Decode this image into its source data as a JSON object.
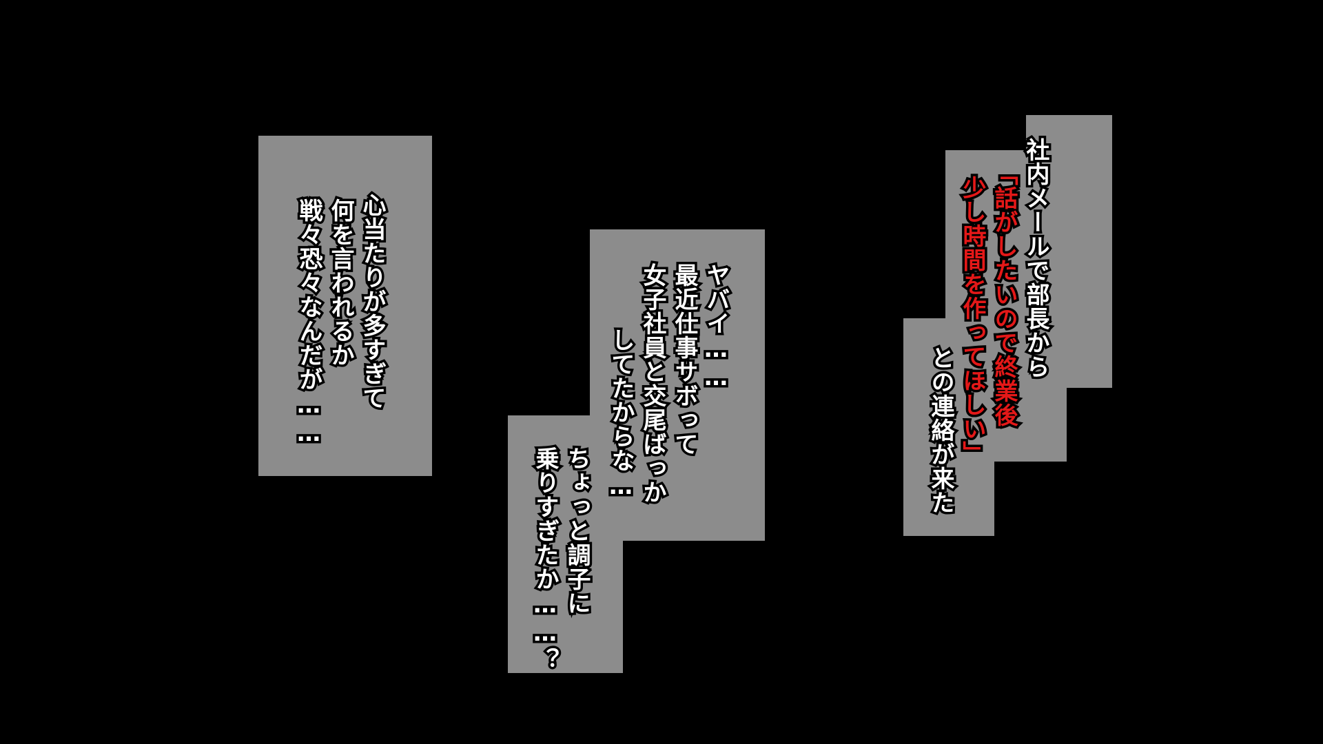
{
  "colors": {
    "background": "#000000",
    "panel": "#8c8c8c",
    "text": "#ffffff",
    "outline": "#000000",
    "emphasis": "#e41818"
  },
  "left": {
    "lines": [
      "心当たりが多すぎて",
      "何を言われるか",
      "戦々恐々なんだが……"
    ]
  },
  "middle": {
    "upper_lines": [
      "ヤバイ……",
      "最近仕事サボって",
      "女子社員と交尾ばっか",
      "してたからな…"
    ],
    "lower_lines": [
      "ちょっと調子に",
      "乗りすぎたか……？"
    ]
  },
  "right": {
    "line1": "社内メールで部長から",
    "quote_line1": "「話がしたいので終業後",
    "quote_line2": "少し時間を作ってほしい」",
    "line4": "との連絡が来た"
  }
}
